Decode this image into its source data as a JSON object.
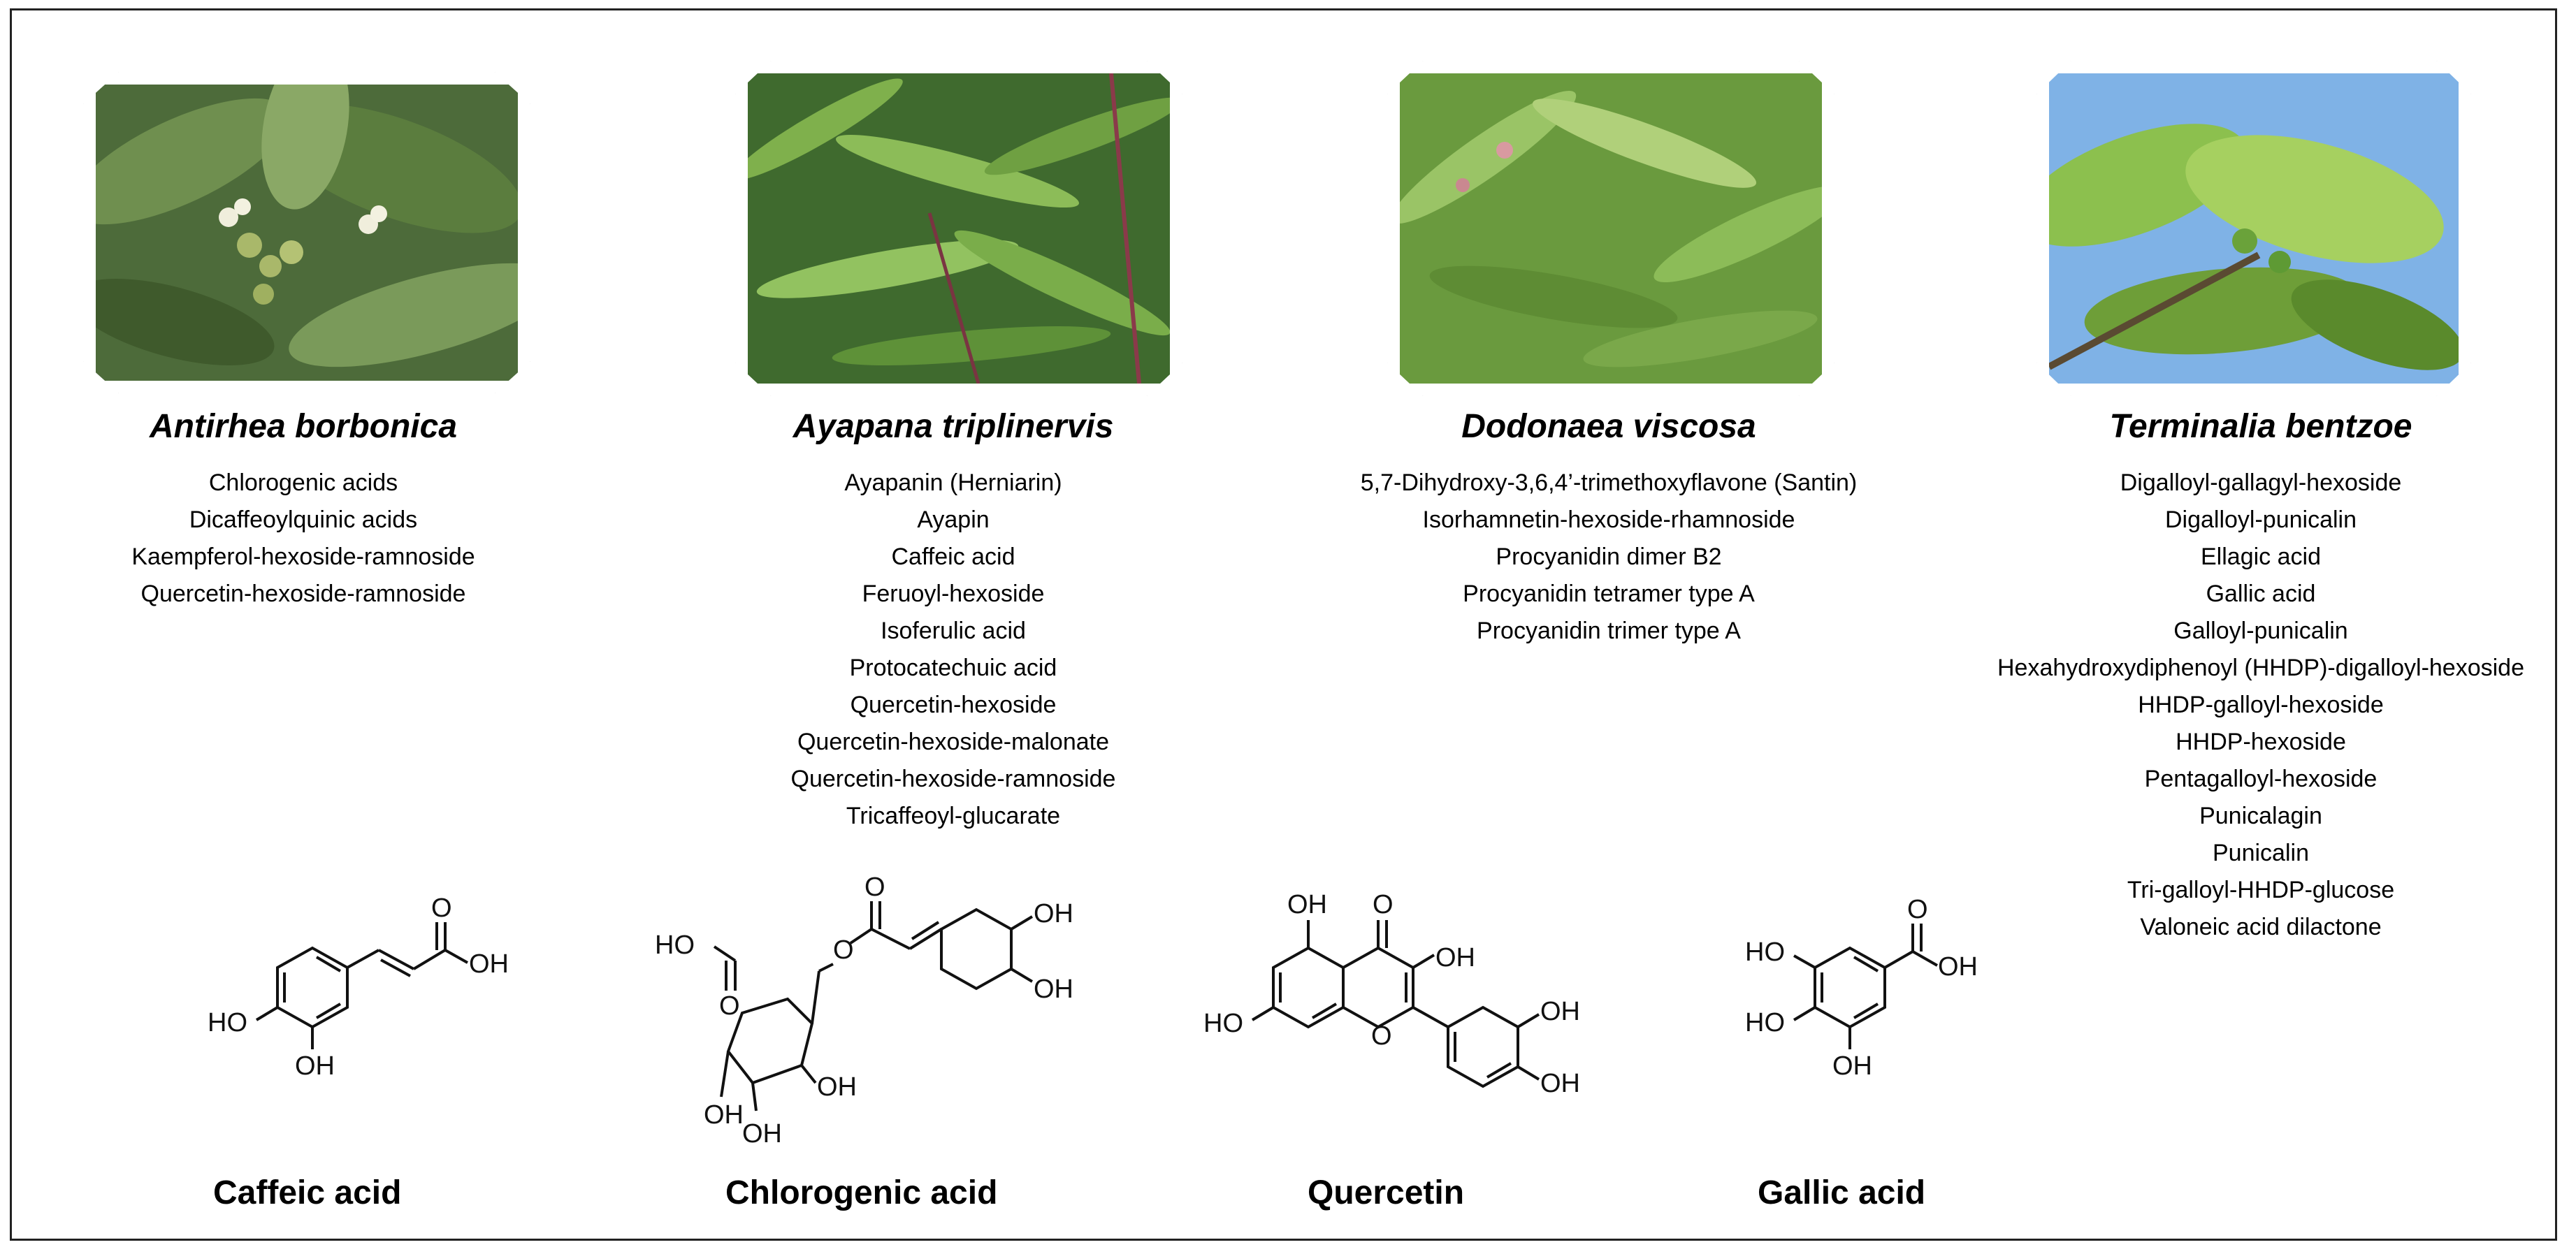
{
  "plants": [
    {
      "species": "Antirhea borbonica",
      "compounds": [
        "Chlorogenic acids",
        "Dicaffeoylquinic acids",
        "Kaempferol-hexoside-ramnoside",
        "Quercetin-hexoside-ramnoside"
      ]
    },
    {
      "species": "Ayapana triplinervis",
      "compounds": [
        "Ayapanin (Herniarin)",
        "Ayapin",
        "Caffeic acid",
        "Feruoyl-hexoside",
        "Isoferulic acid",
        "Protocatechuic acid",
        "Quercetin-hexoside",
        "Quercetin-hexoside-malonate",
        "Quercetin-hexoside-ramnoside",
        "Tricaffeoyl-glucarate"
      ]
    },
    {
      "species": "Dodonaea viscosa",
      "compounds": [
        "5,7-Dihydroxy-3,6,4’-trimethoxyflavone (Santin)",
        "Isorhamnetin-hexoside-rhamnoside",
        "Procyanidin dimer B2",
        "Procyanidin tetramer type A",
        "Procyanidin trimer type A"
      ]
    },
    {
      "species": "Terminalia bentzoe",
      "compounds": [
        "Digalloyl-gallagyl-hexoside",
        "Digalloyl-punicalin",
        "Ellagic acid",
        "Gallic acid",
        "Galloyl-punicalin",
        "Hexahydroxydiphenoyl (HHDP)-digalloyl-hexoside",
        "HHDP-galloyl-hexoside",
        "HHDP-hexoside",
        "Pentagalloyl-hexoside",
        "Punicalagin",
        "Punicalin",
        "Tri-galloyl-HHDP-glucose",
        "Valoneic acid dilactone"
      ]
    }
  ],
  "structures": [
    {
      "name": "Caffeic acid",
      "atoms": {
        "o_top": "O",
        "oh_acid": "OH",
        "ho_ring": "HO",
        "oh_ring": "OH"
      }
    },
    {
      "name": "Chlorogenic acid",
      "atoms": {
        "ho_top": "HO",
        "o_carb": "O",
        "o_ester": "O",
        "o_top": "O",
        "oh1": "OH",
        "oh2": "OH",
        "oh3": "OH",
        "oh4": "OH",
        "oh5": "OH"
      }
    },
    {
      "name": "Quercetin",
      "atoms": {
        "oh5": "OH",
        "o4": "O",
        "oh3": "OH",
        "ho7": "HO",
        "o1": "O",
        "oh3p": "OH",
        "oh4p": "OH"
      }
    },
    {
      "name": "Gallic acid",
      "atoms": {
        "ho1": "HO",
        "o_top": "O",
        "oh_acid": "OH",
        "ho2": "HO",
        "oh_b": "OH"
      }
    }
  ],
  "colors": {
    "border": "#222222",
    "text": "#000000"
  }
}
